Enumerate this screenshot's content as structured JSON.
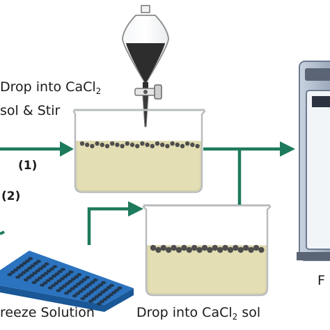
{
  "labels": {
    "drop_stir_line1_text": "Drop into CaCl",
    "drop_stir_line1_sub": "2",
    "drop_stir_line2": "sol & Stir",
    "step1": "(1)",
    "step2": "(2)",
    "freeze": "reeze Solution",
    "drop_text": "Drop into CaCl",
    "drop_sub": "2",
    "drop_tail": " sol",
    "dryer": "F"
  },
  "colors": {
    "arrow": "#1e7a5c",
    "liquid": "#e3deb3",
    "liquid_edge": "#cfc894",
    "bead": "#4e4e4e",
    "funnel_liquid": "#2d2d2d",
    "glass_edge": "#b9bcbf",
    "tray": "#2b73bf",
    "tray_dark": "#1a5796",
    "well": "#22384f",
    "machine_body": "#9aa8bd",
    "machine_panel": "#5a6474",
    "machine_screen": "#2b3340"
  },
  "icons": {
    "separatory_funnel": "separatory-funnel-icon",
    "stirring_beaker": "beaker-icon",
    "static_beaker": "beaker-icon",
    "well_tray": "well-plate-icon",
    "dryer": "freeze-dryer-icon"
  }
}
